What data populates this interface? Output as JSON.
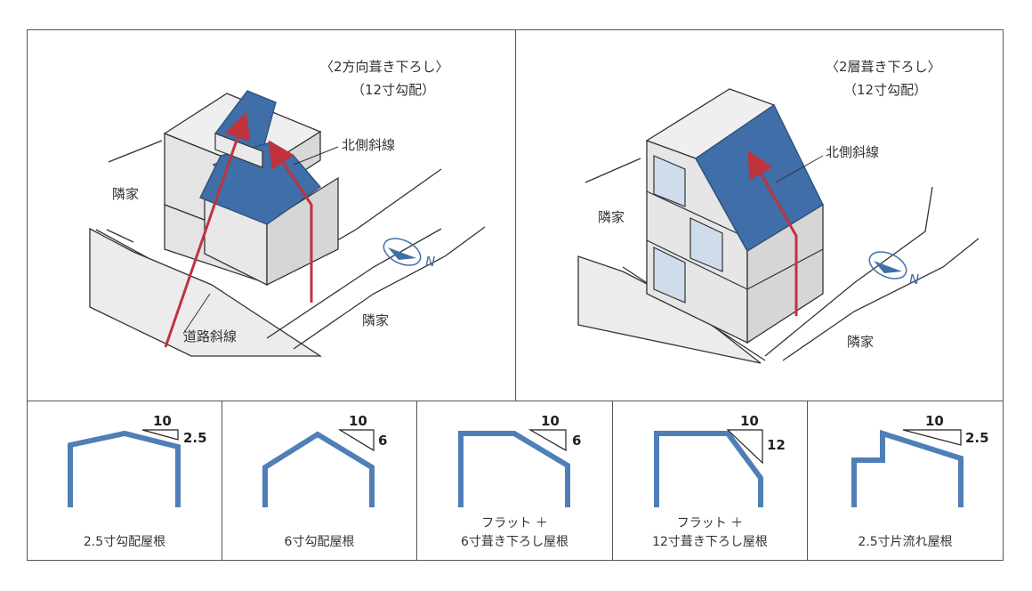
{
  "top_left": {
    "title": "〈2方向葺き下ろし〉",
    "subtitle": "（12寸勾配）",
    "label_north": "北側斜線",
    "label_road": "道路斜線",
    "label_neighbor_a": "隣家",
    "label_neighbor_b": "隣家"
  },
  "top_right": {
    "title": "〈2層葺き下ろし〉",
    "subtitle": "（12寸勾配）",
    "label_north": "北側斜線",
    "label_neighbor_a": "隣家",
    "label_neighbor_b": "隣家"
  },
  "compass_letter": "N",
  "panels": [
    {
      "run": "10",
      "rise": "2.5",
      "caption_line1": "",
      "caption_line2": "2.5寸勾配屋根"
    },
    {
      "run": "10",
      "rise": "6",
      "caption_line1": "",
      "caption_line2": "6寸勾配屋根"
    },
    {
      "run": "10",
      "rise": "6",
      "caption_line1": "フラット ＋",
      "caption_line2": "6寸葺き下ろし屋根"
    },
    {
      "run": "10",
      "rise": "12",
      "caption_line1": "フラット ＋",
      "caption_line2": "12寸葺き下ろし屋根"
    },
    {
      "run": "10",
      "rise": "2.5",
      "caption_line1": "",
      "caption_line2": "2.5寸片流れ屋根"
    }
  ],
  "colors": {
    "roof_blue": "#3f6ea8",
    "profile_blue": "#4f7fb6",
    "arrow_red": "#c0333c",
    "wall_gray": "#e6e6e6",
    "window_blue": "#cfdcec"
  }
}
